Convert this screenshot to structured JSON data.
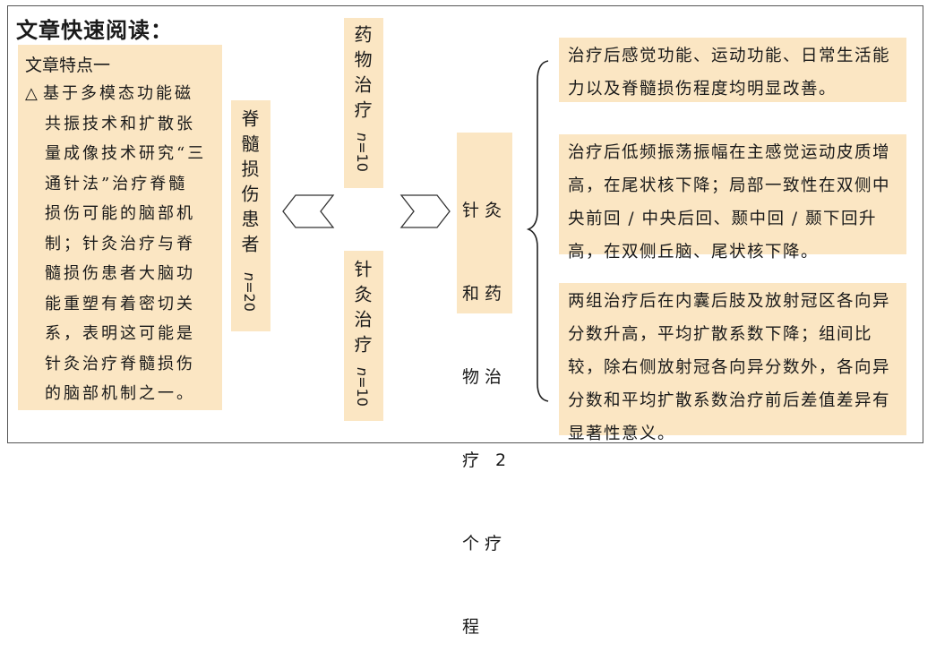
{
  "title": "文章快速阅读：",
  "features": {
    "heading": "文章特点一",
    "bullet": "△",
    "lines": [
      "基于多模态功能磁",
      "共振技术和扩散张",
      "量成像技术研究“三",
      "通针法”治疗脊髓",
      "损伤可能的脑部机",
      "制；针灸治疗与脊",
      "髓损伤患者大脑功",
      "能重塑有着密切关",
      "系，表明这可能是",
      "针灸治疗脊髓损伤",
      "的脑部机制之一。"
    ]
  },
  "patients": {
    "label": "脊髓损伤患者",
    "n_label": "n",
    "n_value": "=20"
  },
  "group_drug": {
    "label": "药物治疗",
    "n_label": "n",
    "n_value": "=10"
  },
  "group_acu": {
    "label": "针灸治疗",
    "n_label": "n",
    "n_value": "=10"
  },
  "combined": {
    "lines": [
      "针灸",
      "和药",
      "物治",
      "疗 2",
      "个疗",
      "程"
    ]
  },
  "results": [
    "治疗后感觉功能、运动功能、日常生活能力以及脊髓损伤程度均明显改善。",
    "治疗后低频振荡振幅在主感觉运动皮质增高，在尾状核下降；局部一致性在双侧中央前回 / 中央后回、颞中回 / 颞下回升高，在双侧丘脑、尾状核下降。",
    "两组治疗后在内囊后肢及放射冠区各向异分数升高，平均扩散系数下降；组间比较，除右侧放射冠各向异分数外，各向异分数和平均扩散系数治疗前后差值差异有显著性意义。"
  ],
  "colors": {
    "box_fill": "#fbe6c3",
    "border": "#555555"
  }
}
